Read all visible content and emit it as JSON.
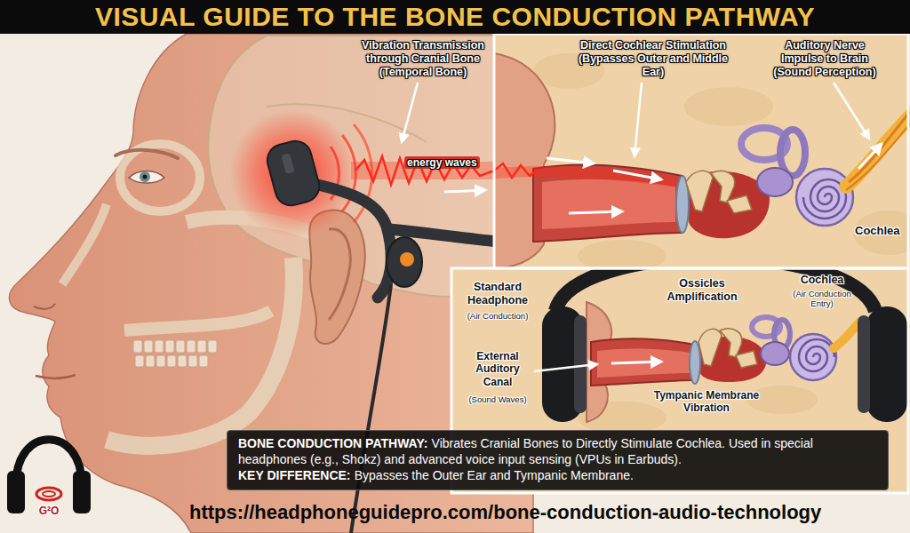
{
  "diagram": {
    "title": "VISUAL GUIDE TO THE BONE CONDUCTION PATHWAY",
    "nodes": [
      {
        "text": [
          "BONE CONDUCTION PATHWAY:",
          "Vibrates Cranial Bones to Directly Stimulate Cochlea. Used in special headphones (e.g., Shokz) and advanced voice input sensing (VPUs in Earbuds).",
          "KEY DIFFERENCE:",
          "Bypasses the Outer Ear and Tympanic Membrane."
        ]
      }
    ],
    "labels": [
      "Vibration Transmission through Cranial Bone (Temporal Bone)",
      "energy waves",
      "Direct Cochlear Stimulation (Bypasses Outer and Middle Ear)",
      "Auditory Nerve Impulse to Brain (Sound Perception)",
      "Cochlea",
      "Standard Headphone",
      "(Air Conduction)",
      "Ossicles Amplification",
      "Cochlea",
      "(Air Conduction Entry)",
      "External Auditory Canal",
      "(Sound Waves)",
      "Tympanic Membrane Vibration",
      "https://headphoneguidepro.com/bone-conduction-audio-technology",
      "G²O"
    ]
  }
}
